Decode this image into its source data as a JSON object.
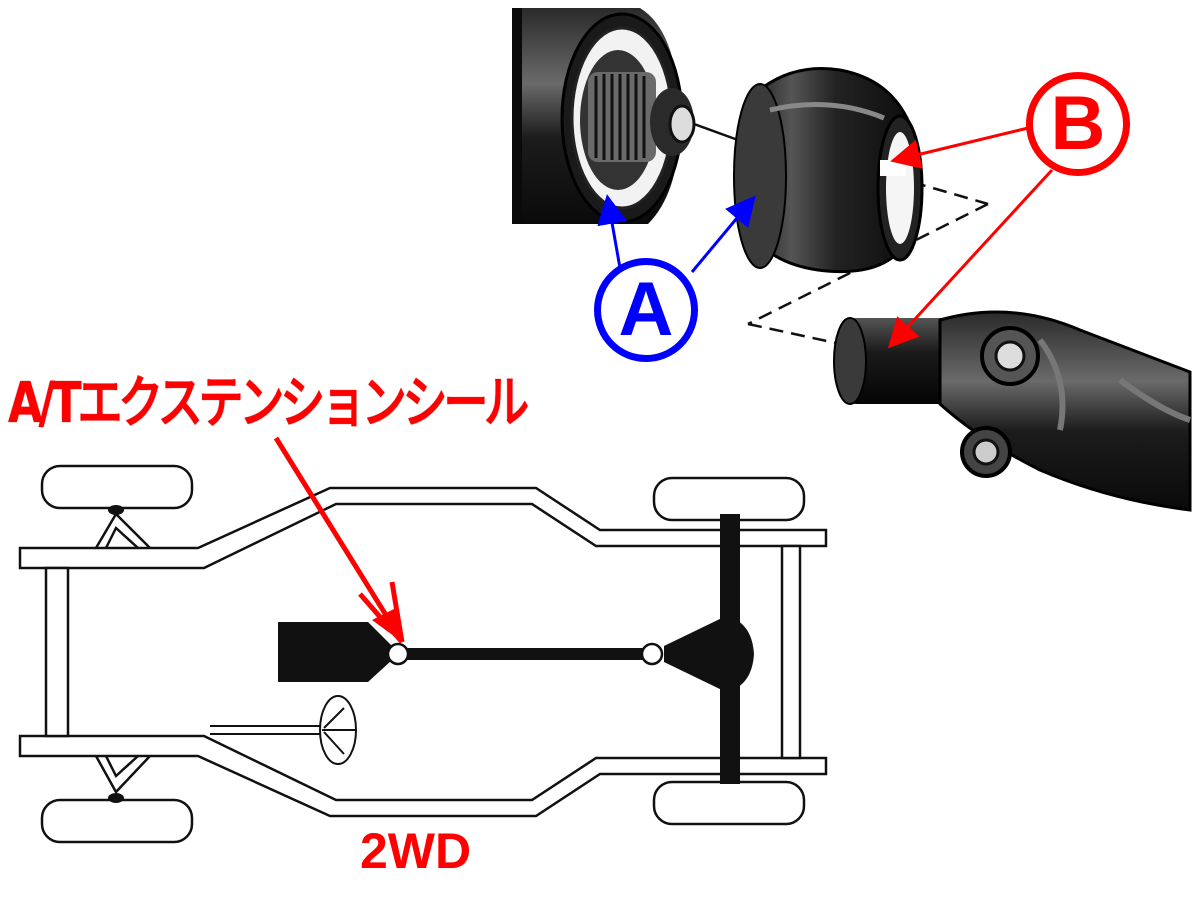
{
  "labels": {
    "extension_seal": "A/Tエクステンションシール",
    "drive_type": "2WD",
    "callout_a": "A",
    "callout_b": "B"
  },
  "colors": {
    "red_annotation": "#ff0000",
    "blue_annotation": "#0000ff",
    "drawing": "#111111",
    "background": "#ffffff"
  }
}
